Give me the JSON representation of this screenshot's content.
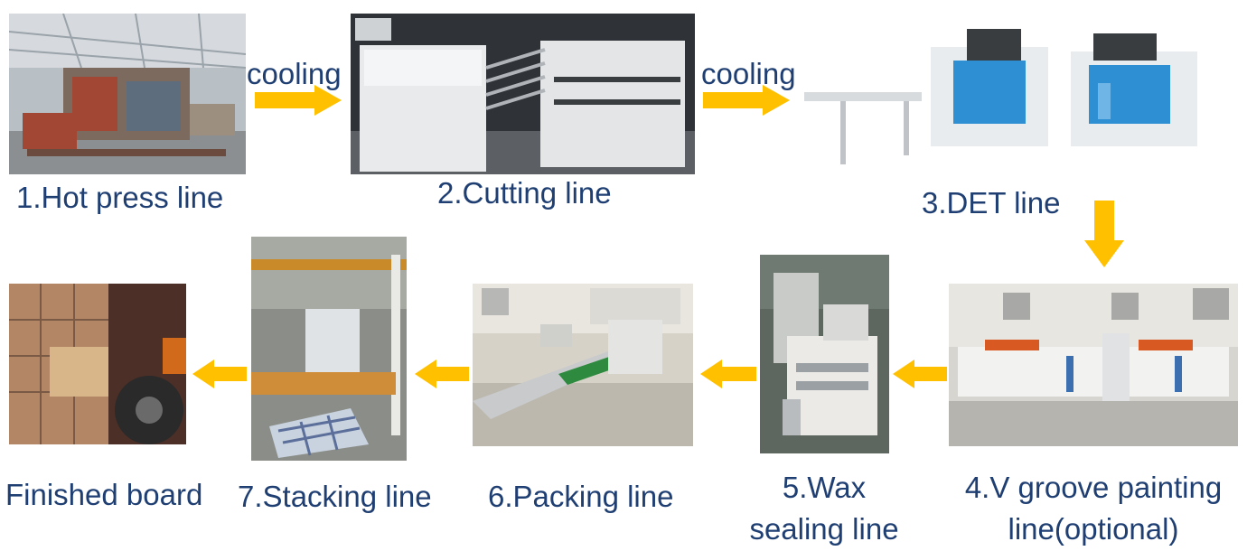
{
  "colors": {
    "label_text": "#1f3f73",
    "arrow": "#ffc000"
  },
  "arrows": {
    "cooling_1": "cooling",
    "cooling_2": "cooling"
  },
  "steps": {
    "s1": "1.Hot press line",
    "s2": "2.Cutting line",
    "s3": "3.DET line",
    "s4_line1": "4.V groove painting",
    "s4_line2": "line(optional)",
    "s5_line1": "5.Wax",
    "s5_line2": "sealing line",
    "s6": "6.Packing line",
    "s7": "7.Stacking line",
    "s8": "Finished board"
  },
  "icons": [
    "arrow-right-icon",
    "arrow-down-icon",
    "arrow-left-icon"
  ]
}
